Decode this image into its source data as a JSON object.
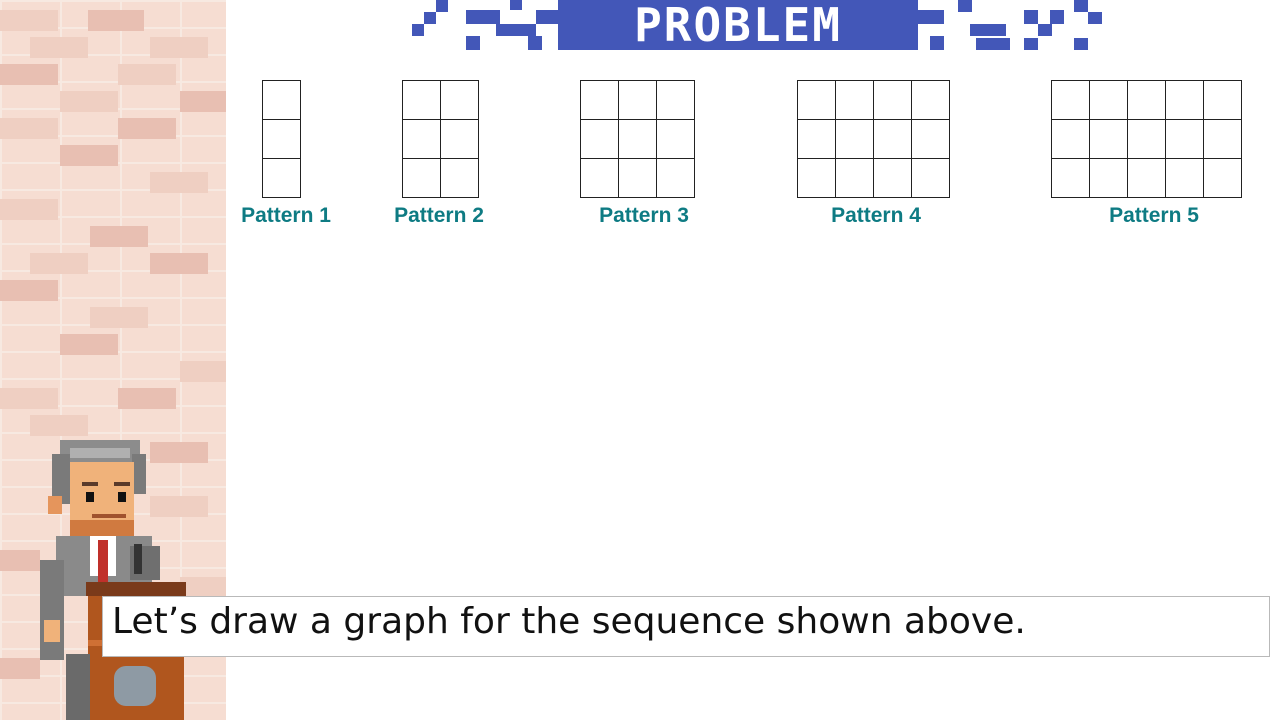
{
  "banner": {
    "title": "PROBLEM"
  },
  "patterns": [
    {
      "label": "Pattern 1",
      "rows": 3,
      "cols": 1
    },
    {
      "label": "Pattern 2",
      "rows": 3,
      "cols": 2
    },
    {
      "label": "Pattern 3",
      "rows": 3,
      "cols": 3
    },
    {
      "label": "Pattern 4",
      "rows": 3,
      "cols": 4
    },
    {
      "label": "Pattern 5",
      "rows": 3,
      "cols": 5
    }
  ],
  "caption": {
    "text": "Let’s draw a graph for the sequence shown above."
  },
  "colors": {
    "banner": "#4357b8",
    "label": "#0e7b83",
    "wall": "#f6ddd2"
  }
}
